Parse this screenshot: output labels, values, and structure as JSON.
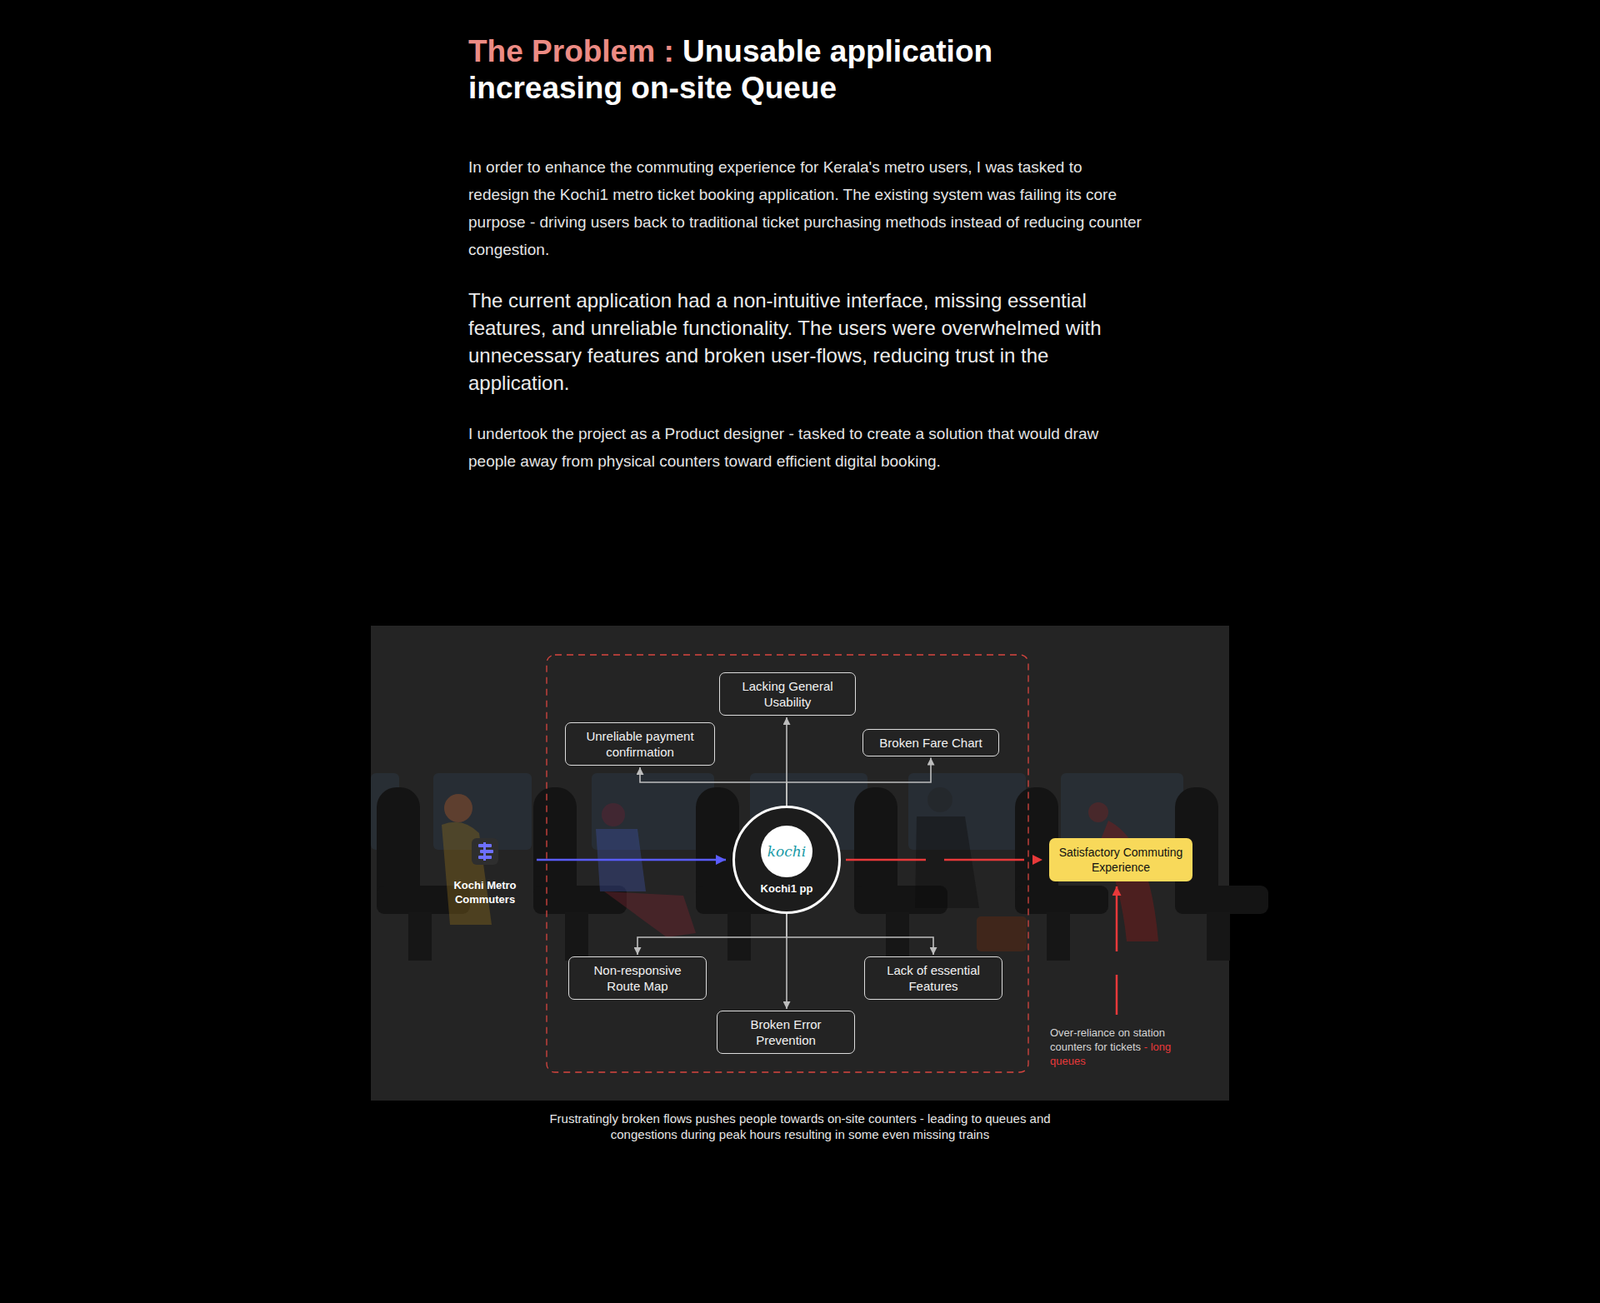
{
  "diagram": {
    "title": "Unusable application increasing on-site Queue",
    "caption": "Frustratingly broken flows pushes people towards on-site counters - leading to queues and congestions during peak hours resulting in some even missing trains",
    "nodes": [
      {
        "text": [
          "Lacking General Usability"
        ]
      },
      {
        "text": [
          "Unreliable payment confirmation"
        ]
      },
      {
        "text": [
          "Broken Fare Chart"
        ]
      },
      {
        "text": [
          "Kochi Metro Commuters"
        ]
      },
      {
        "text": [
          "kochi",
          "Kochi1 pp"
        ]
      },
      {
        "text": [
          "Satisfactory Commuting Experience"
        ]
      },
      {
        "text": [
          "Non-responsive Route Map"
        ]
      },
      {
        "text": [
          "Lack of essential Features"
        ]
      },
      {
        "text": [
          "Broken Error Prevention"
        ]
      }
    ],
    "edges": [
      {
        "from": 3,
        "to": 4,
        "arrow": "to"
      },
      {
        "from": 4,
        "to": 0,
        "arrow": "to"
      },
      {
        "from": 4,
        "to": 1,
        "arrow": "to"
      },
      {
        "from": 4,
        "to": 2,
        "arrow": "to"
      },
      {
        "from": 4,
        "to": 6,
        "arrow": "to"
      },
      {
        "from": 4,
        "to": 7,
        "arrow": "to"
      },
      {
        "from": 4,
        "to": 8,
        "arrow": "to"
      },
      {
        "from": 4,
        "to": 5,
        "arrow": "to"
      }
    ],
    "labels": [
      "The Problem :",
      "In order to enhance the commuting experience for Kerala's metro users, I was tasked to redesign the Kochi1 metro ticket booking application. The existing system was failing its core purpose - driving users back to traditional ticket purchasing methods instead of reducing counter congestion.",
      "The current application had a non-intuitive interface, missing essential features, and unreliable functionality. The users were overwhelmed with unnecessary features and broken user-flows, reducing trust in the application.",
      "I undertook the project as a Product designer - tasked to create a solution that would draw people away from physical counters toward efficient digital booking.",
      "Over-reliance on station counters for tickets",
      "- long queues"
    ]
  }
}
